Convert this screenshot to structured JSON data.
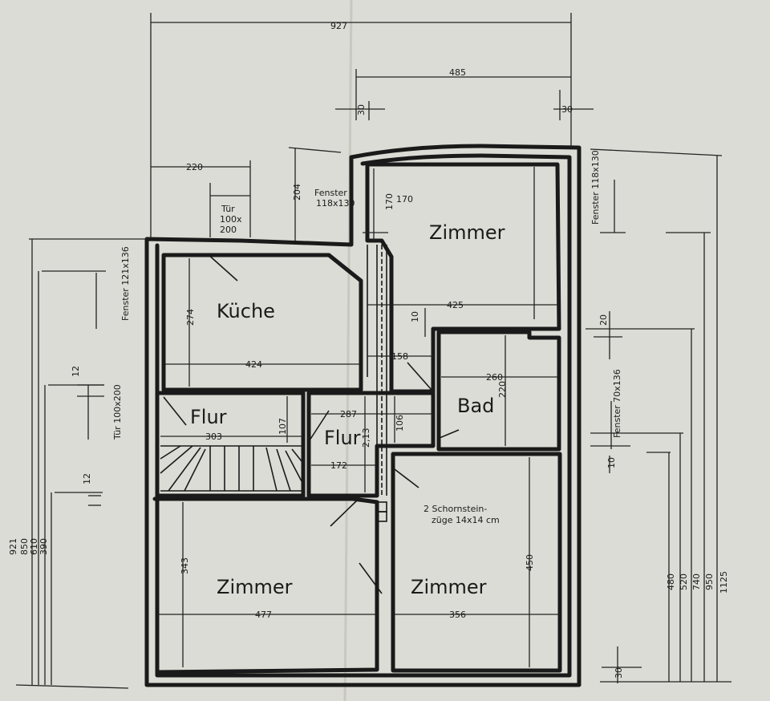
{
  "rooms": {
    "zimmer_top": "Zimmer",
    "kueche": "Küche",
    "flur_left": "Flur",
    "flur_center": "Flur",
    "bad": "Bad",
    "zimmer_bottom_left": "Zimmer",
    "zimmer_bottom_right": "Zimmer"
  },
  "labels": {
    "tuer_top_1": "Tür",
    "tuer_top_2": "100x",
    "tuer_top_3": "200",
    "fenster_top_1": "Fenster",
    "fenster_top_2": "118x130",
    "fenster_right_top": "Fenster 118x130",
    "fenster_left": "Fenster 121x136",
    "tuer_left": "Tür 100x200",
    "fenster_right_bad": "Fenster 70x136",
    "schornstein_1": "2 Schornstein-",
    "schornstein_2": "züge 14x14 cm"
  },
  "dimensions": {
    "d927": "927",
    "d485": "485",
    "d30a": "30",
    "d30b": "30",
    "d220a": "220",
    "d204": "204",
    "d170a": "170",
    "d170b": "170",
    "d274": "274",
    "d424": "424",
    "d425": "425",
    "d10a": "10",
    "d158": "158",
    "d260": "260",
    "d220b": "220",
    "d303": "303",
    "d107": "107",
    "d287": "287",
    "d213": "2,13",
    "d106": "106",
    "d172": "172",
    "d12a": "12",
    "d12b": "12",
    "d343": "343",
    "d477": "477",
    "d356": "356",
    "d450": "450",
    "d20": "20",
    "d10b": "10",
    "d30c": "30",
    "left_921": "921",
    "left_850": "850",
    "left_610": "610",
    "left_390": "390",
    "right_480": "480",
    "right_520": "520",
    "right_740": "740",
    "right_950": "950",
    "right_1125": "1125"
  },
  "colors": {
    "paper": "#dcdcd6",
    "ink": "#1a1a1a"
  }
}
